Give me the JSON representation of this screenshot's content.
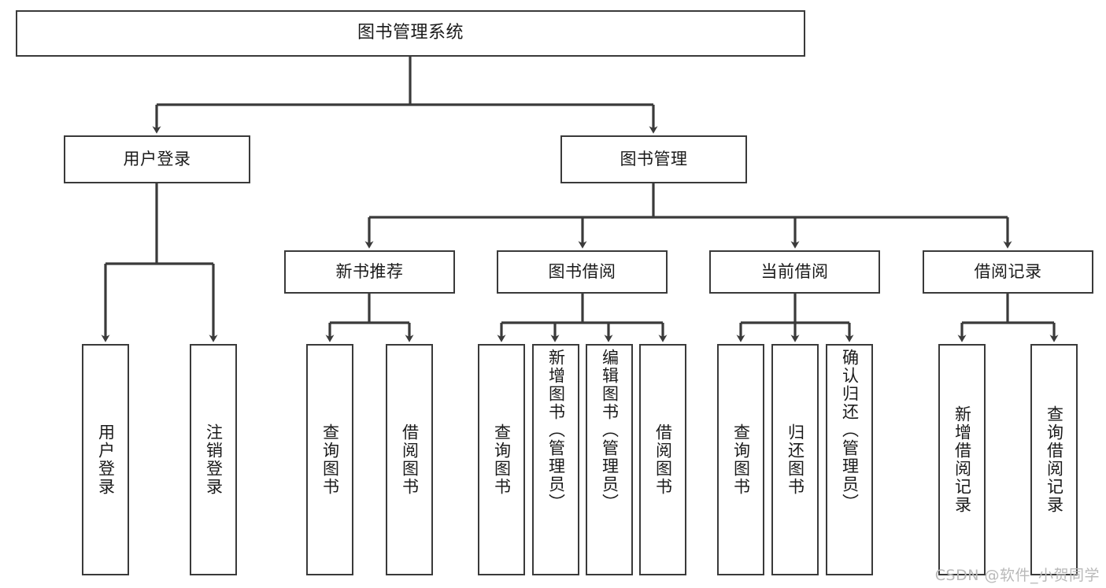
{
  "diagram": {
    "title": "图书管理系统",
    "type": "tree-hierarchy-chart",
    "root": {
      "label": "图书管理系统"
    },
    "level2": [
      {
        "label": "用户登录"
      },
      {
        "label": "图书管理"
      }
    ],
    "level3": [
      {
        "label": "新书推荐"
      },
      {
        "label": "图书借阅"
      },
      {
        "label": "当前借阅"
      },
      {
        "label": "借阅记录"
      }
    ],
    "leaves": {
      "user_login": [
        {
          "label": "用户登录"
        },
        {
          "label": "注销登录"
        }
      ],
      "new_book_recommend": [
        {
          "label": "查询图书"
        },
        {
          "label": "借阅图书"
        }
      ],
      "book_borrow": [
        {
          "label": "查询图书"
        },
        {
          "label": "新增图书（管理员）"
        },
        {
          "label": "编辑图书（管理员）"
        },
        {
          "label": "借阅图书"
        }
      ],
      "current_borrow": [
        {
          "label": "查询图书"
        },
        {
          "label": "归还图书"
        },
        {
          "label": "确认归还（管理员）"
        }
      ],
      "borrow_record": [
        {
          "label": "新增借阅记录"
        },
        {
          "label": "查询借阅记录"
        }
      ]
    }
  },
  "watermark": {
    "text": "CSDN @软件_小贺同学"
  },
  "colors": {
    "background": "#ffffff",
    "box_border": "#3a3a3a",
    "box_fill": "#ffffff",
    "text": "#1a1a1a",
    "connector": "#3a3a3a",
    "watermark": "#b9b9b9"
  }
}
